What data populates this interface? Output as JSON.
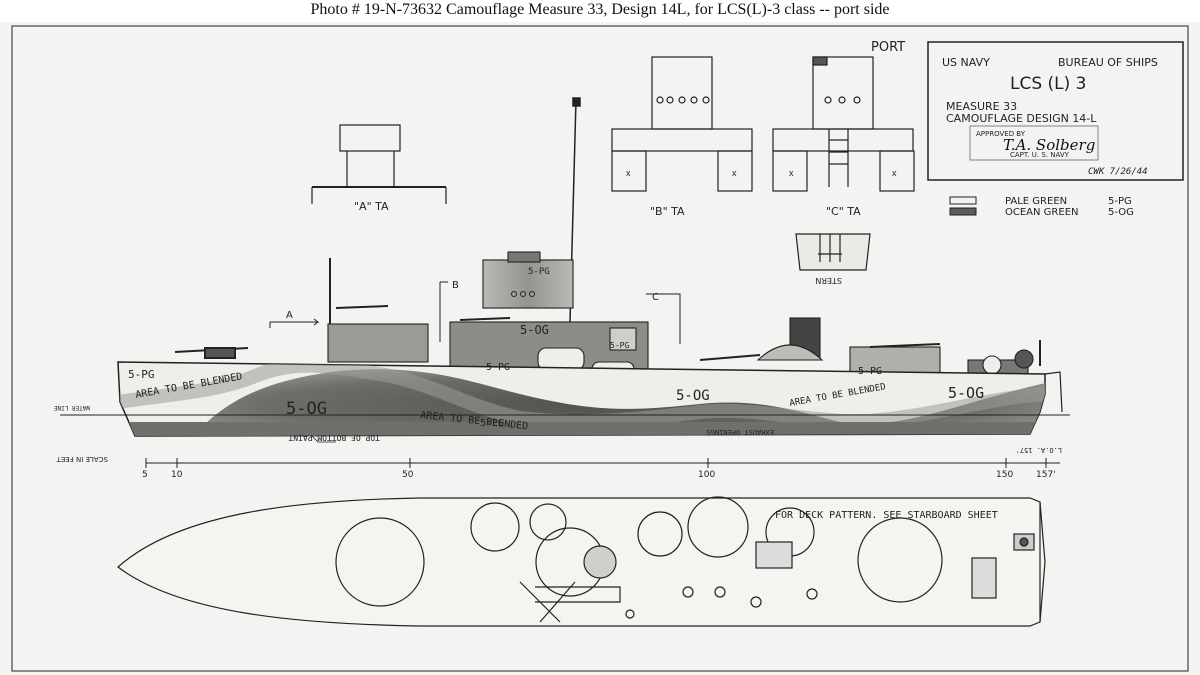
{
  "caption": "Photo #  19-N-73632   Camouflage Measure 33, Design 14L, for LCS(L)-3 class -- port side",
  "sheet": {
    "side": "PORT",
    "title_block": {
      "left": "US NAVY",
      "right": "BUREAU OF SHIPS",
      "ship": "LCS (L) 3",
      "measure": "MEASURE 33",
      "design": "CAMOUFLAGE DESIGN 14-L",
      "stamp_top": "APPROVED BY",
      "signature": "T.A. Solberg",
      "stamp_bottom": "CAPT. U. S. NAVY",
      "initials_date": "CWK  7/26/44"
    },
    "legend": [
      {
        "name": "PALE GREEN",
        "code": "5-PG",
        "color": "#f2f2ef"
      },
      {
        "name": "OCEAN GREEN",
        "code": "5-OG",
        "color": "#5c5c5a"
      }
    ],
    "sections": [
      {
        "label": "\"A\" TA"
      },
      {
        "label": "\"B\" TA"
      },
      {
        "label": "\"C\" TA"
      }
    ],
    "stern_label": "STERN",
    "hull_labels": {
      "bow_pg": "5-PG",
      "blend1": "AREA  TO  BE  BLENDED",
      "og_fwd": "5-OG",
      "blend2": "AREA   TO   BE   BLENDED",
      "pg_mid": "5-PG",
      "og_mid": "5-OG",
      "pg_aft": "5-PG",
      "blend3": "AREA TO BE BLENDED",
      "og_aft": "5-OG",
      "pg_boot": "5-PG",
      "bridge_og": "5-OG",
      "stack_pg": "5-PG",
      "deck_pg": "5-PG"
    },
    "section_marks": [
      "A",
      "B",
      "C"
    ],
    "notes": {
      "top_paint": "TOP OF BOTTOM PAINT",
      "exhaust": "EXHAUST OPENINGS",
      "water": "WATER LINE",
      "loa": "L.O.A. 157'",
      "deck_pattern": "FOR DECK PATTERN. SEE STARBOARD SHEET"
    },
    "scale": {
      "label": "SCALE IN FEET",
      "ticks": [
        "5",
        "10",
        "50",
        "100",
        "150",
        "157'"
      ]
    }
  }
}
